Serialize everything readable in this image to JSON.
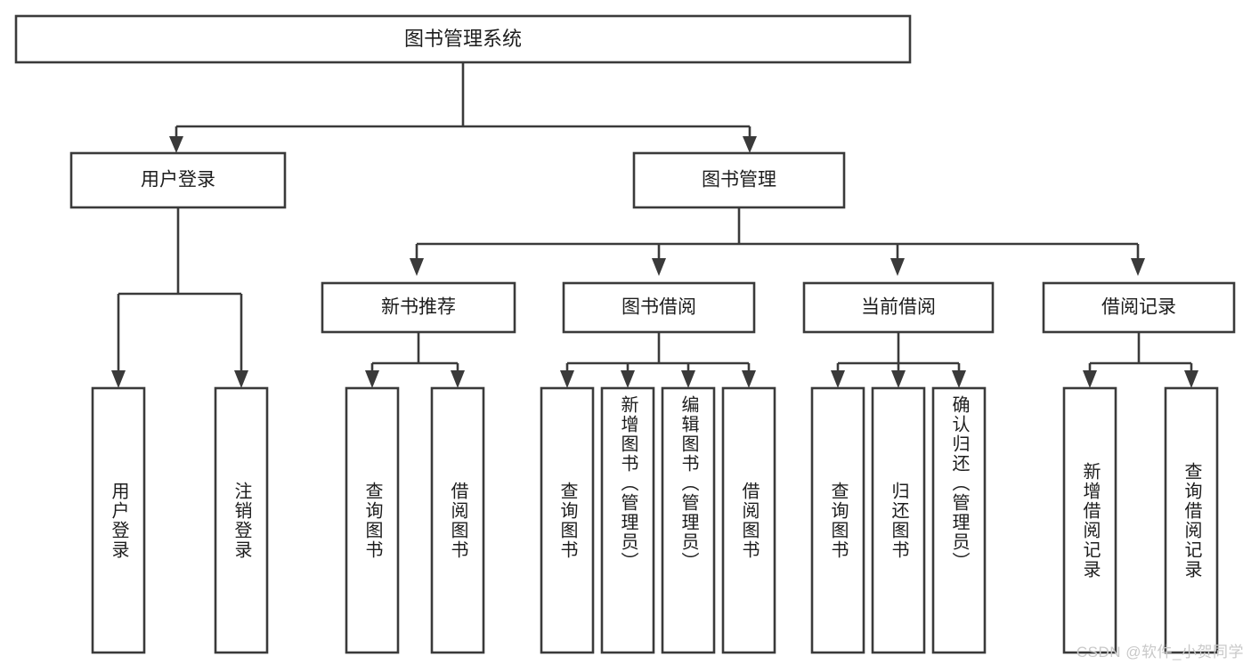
{
  "diagram": {
    "title": "图书管理系统",
    "type": "tree",
    "orientation": "top-down",
    "colors": {
      "background": "#ffffff",
      "box_fill": "#ffffff",
      "box_stroke": "#3a3a3a",
      "text": "#1d1d1d",
      "watermark": "#c9c9c9"
    },
    "root": {
      "label": "图书管理系统"
    },
    "level2": [
      {
        "label": "用户登录"
      },
      {
        "label": "图书管理"
      }
    ],
    "level3": [
      {
        "label": "新书推荐"
      },
      {
        "label": "图书借阅"
      },
      {
        "label": "当前借阅"
      },
      {
        "label": "借阅记录"
      }
    ],
    "leaves": {
      "user_login": [
        {
          "label": "用户登录"
        },
        {
          "label": "注销登录"
        }
      ],
      "new_book_recommend": [
        {
          "label": "查询图书"
        },
        {
          "label": "借阅图书"
        }
      ],
      "book_borrow": [
        {
          "label": "查询图书"
        },
        {
          "label": "新增图书（管理员）"
        },
        {
          "label": "编辑图书（管理员）"
        },
        {
          "label": "借阅图书"
        }
      ],
      "current_borrow": [
        {
          "label": "查询图书"
        },
        {
          "label": "归还图书"
        },
        {
          "label": "确认归还（管理员）"
        }
      ],
      "borrow_record": [
        {
          "label": "新增借阅记录"
        },
        {
          "label": "查询借阅记录"
        }
      ]
    }
  },
  "watermark": {
    "text": "CSDN @软件_小贺同学"
  }
}
